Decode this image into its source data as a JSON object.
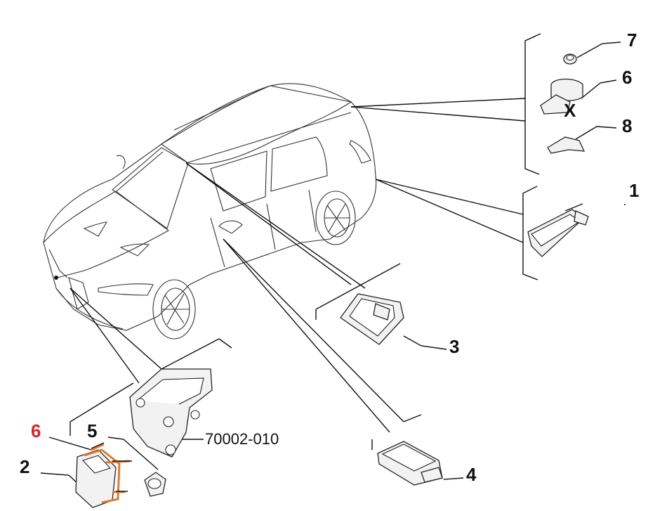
{
  "colors": {
    "line": "#111111",
    "highlight_label": "#d8232a",
    "highlight_bracket": "#e07a2e"
  },
  "callouts": {
    "c1": "1",
    "c2": "2",
    "c3": "3",
    "c4": "4",
    "c5": "5",
    "c6_top": "6",
    "c6_bottom": "6",
    "c7": "7",
    "c8": "8"
  },
  "reference_code": "70002-010",
  "mark_x": "X"
}
